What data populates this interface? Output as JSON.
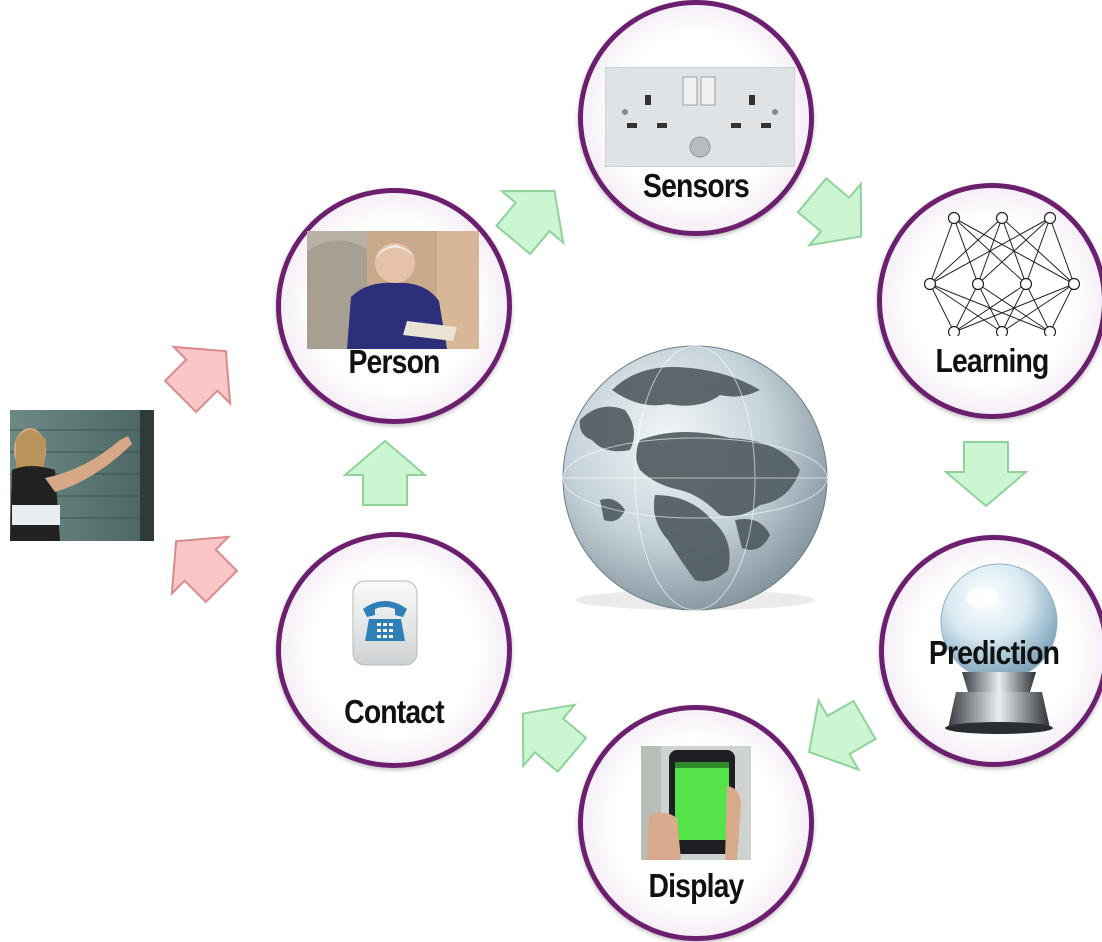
{
  "nodes": {
    "sensors": {
      "label": "Sensors"
    },
    "learning": {
      "label": "Learning"
    },
    "prediction": {
      "label": "Prediction"
    },
    "display": {
      "label": "Display"
    },
    "contact": {
      "label": "Contact"
    },
    "person": {
      "label": "Person"
    }
  },
  "colors": {
    "ring": "#6b1f6e",
    "green_arrow_fill": "#ccf5d2",
    "green_arrow_stroke": "#8fd39b",
    "red_arrow_fill": "#fbc6c6",
    "red_arrow_stroke": "#d98b8b"
  },
  "icons": [
    "power-socket-icon",
    "neural-network-icon",
    "crystal-ball-icon",
    "smartphone-icon",
    "telephone-icon",
    "elderly-person-photo",
    "globe-icon",
    "visitor-photo"
  ]
}
